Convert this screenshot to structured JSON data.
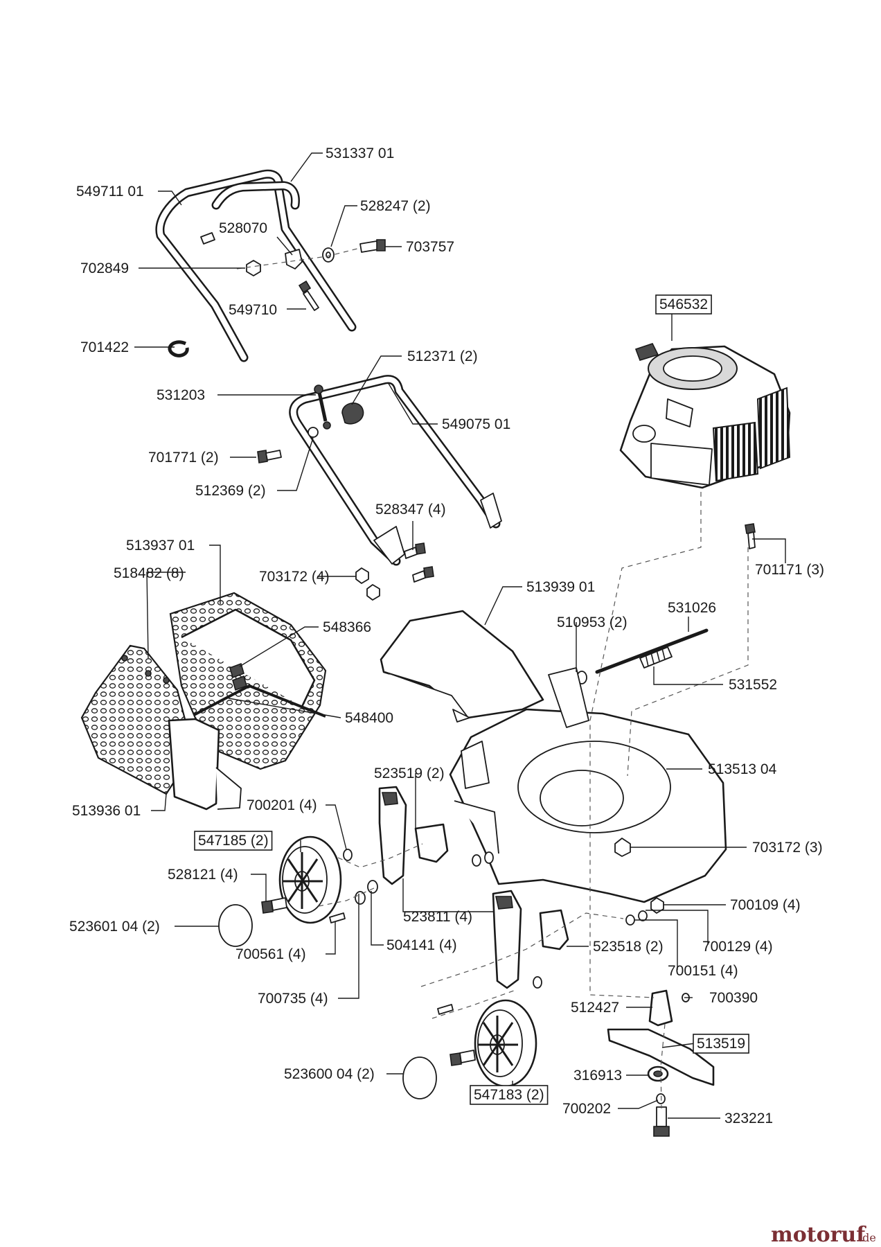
{
  "parts": [
    {
      "number": "531337 01"
    },
    {
      "number": "549711 01"
    },
    {
      "number": "528247 (2)"
    },
    {
      "number": "528070"
    },
    {
      "number": "703757"
    },
    {
      "number": "702849"
    },
    {
      "number": "549710"
    },
    {
      "number": "701422"
    },
    {
      "number": "546532",
      "boxed": true
    },
    {
      "number": "512371 (2)"
    },
    {
      "number": "531203"
    },
    {
      "number": "549075 01"
    },
    {
      "number": "701771 (2)"
    },
    {
      "number": "512369 (2)"
    },
    {
      "number": "528347 (4)"
    },
    {
      "number": "513937 01"
    },
    {
      "number": "518482 (8)"
    },
    {
      "number": "703172 (4)"
    },
    {
      "number": "701171 (3)"
    },
    {
      "number": "513939 01"
    },
    {
      "number": "531026"
    },
    {
      "number": "548366"
    },
    {
      "number": "510953 (2)"
    },
    {
      "number": "531552"
    },
    {
      "number": "548400"
    },
    {
      "number": "523519 (2)"
    },
    {
      "number": "513513 04"
    },
    {
      "number": "513936 01"
    },
    {
      "number": "700201 (4)"
    },
    {
      "number": "547185 (2)",
      "boxed": true
    },
    {
      "number": "703172 (3)"
    },
    {
      "number": "528121 (4)"
    },
    {
      "number": "700109 (4)"
    },
    {
      "number": "523811 (4)"
    },
    {
      "number": "523601 04 (2)"
    },
    {
      "number": "700129 (4)"
    },
    {
      "number": "504141 (4)"
    },
    {
      "number": "523518 (2)"
    },
    {
      "number": "700561 (4)"
    },
    {
      "number": "700151 (4)"
    },
    {
      "number": "700735 (4)"
    },
    {
      "number": "512427"
    },
    {
      "number": "700390"
    },
    {
      "number": "513519",
      "boxed": true
    },
    {
      "number": "316913"
    },
    {
      "number": "523600 04 (2)"
    },
    {
      "number": "547183 (2)",
      "boxed": true
    },
    {
      "number": "700202"
    },
    {
      "number": "323221"
    }
  ],
  "watermark": {
    "brand": "motoruf",
    "suffix": ".de"
  },
  "colors": {
    "line": "#1a1a1a",
    "watermark": "#7b2f34",
    "background": "#ffffff"
  }
}
